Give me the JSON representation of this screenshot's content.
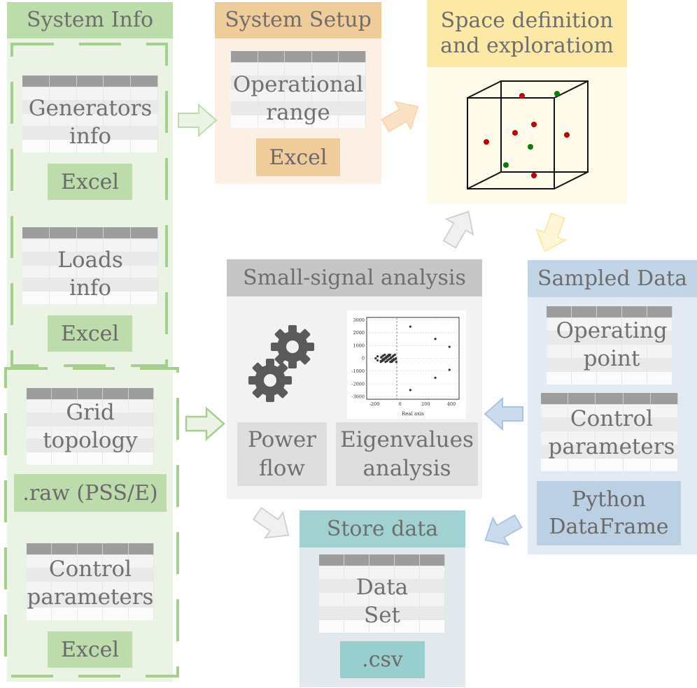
{
  "system_info": {
    "title": "System Info",
    "generators": {
      "line1": "Generators",
      "line2": "info",
      "tag": "Excel"
    },
    "loads": {
      "line1": "Loads",
      "line2": "info",
      "tag": "Excel"
    },
    "grid": {
      "line1": "Grid",
      "line2": "topology",
      "tag": ".raw (PSS/E)"
    },
    "control": {
      "line1": "Control",
      "line2": "parameters",
      "tag": "Excel"
    }
  },
  "system_setup": {
    "title": "System Setup",
    "range": {
      "line1": "Operational",
      "line2": "range"
    },
    "tag": "Excel"
  },
  "space": {
    "title_line1": "Space definition",
    "title_line2": "and exploratiom"
  },
  "sampled": {
    "title": "Sampled Data",
    "op": {
      "line1": "Operating",
      "line2": "point"
    },
    "ctrl": {
      "line1": "Control",
      "line2": "parameters"
    },
    "tag": {
      "line1": "Python",
      "line2": "DataFrame"
    }
  },
  "ssa": {
    "title": "Small-signal analysis",
    "powerflow": {
      "line1": "Power",
      "line2": "flow"
    },
    "eigen": {
      "line1": "Eigenvalues",
      "line2": "analysis"
    },
    "plot": {
      "yticks": [
        "3000",
        "2000",
        "1000",
        "0",
        "-1000",
        "-2000",
        "-3000"
      ],
      "xticks": [
        "-200",
        "0",
        "200",
        "400"
      ],
      "xlabel": "Real axis"
    }
  },
  "store": {
    "title": "Store data",
    "ds": {
      "line1": "Data",
      "line2": "Set"
    },
    "tag": ".csv"
  },
  "colors": {
    "green": "#bddcab",
    "green_light": "#ebf3e4",
    "green_dash": "#a6cf8d",
    "orange": "#f0cc9b",
    "orange_light": "#fcefe3",
    "yellow": "#fde9a6",
    "yellow_light": "#fffbea",
    "gray": "#c6c6c6",
    "gray_light": "#f2f2f2",
    "gray_tag": "#dedede",
    "blue": "#c2d5e7",
    "blue_light": "#e2ebf3",
    "blue_tag": "#bcd0e3",
    "teal": "#a1d2d1",
    "teal_light": "#e1e9ec",
    "teal_tag": "#99cece"
  }
}
